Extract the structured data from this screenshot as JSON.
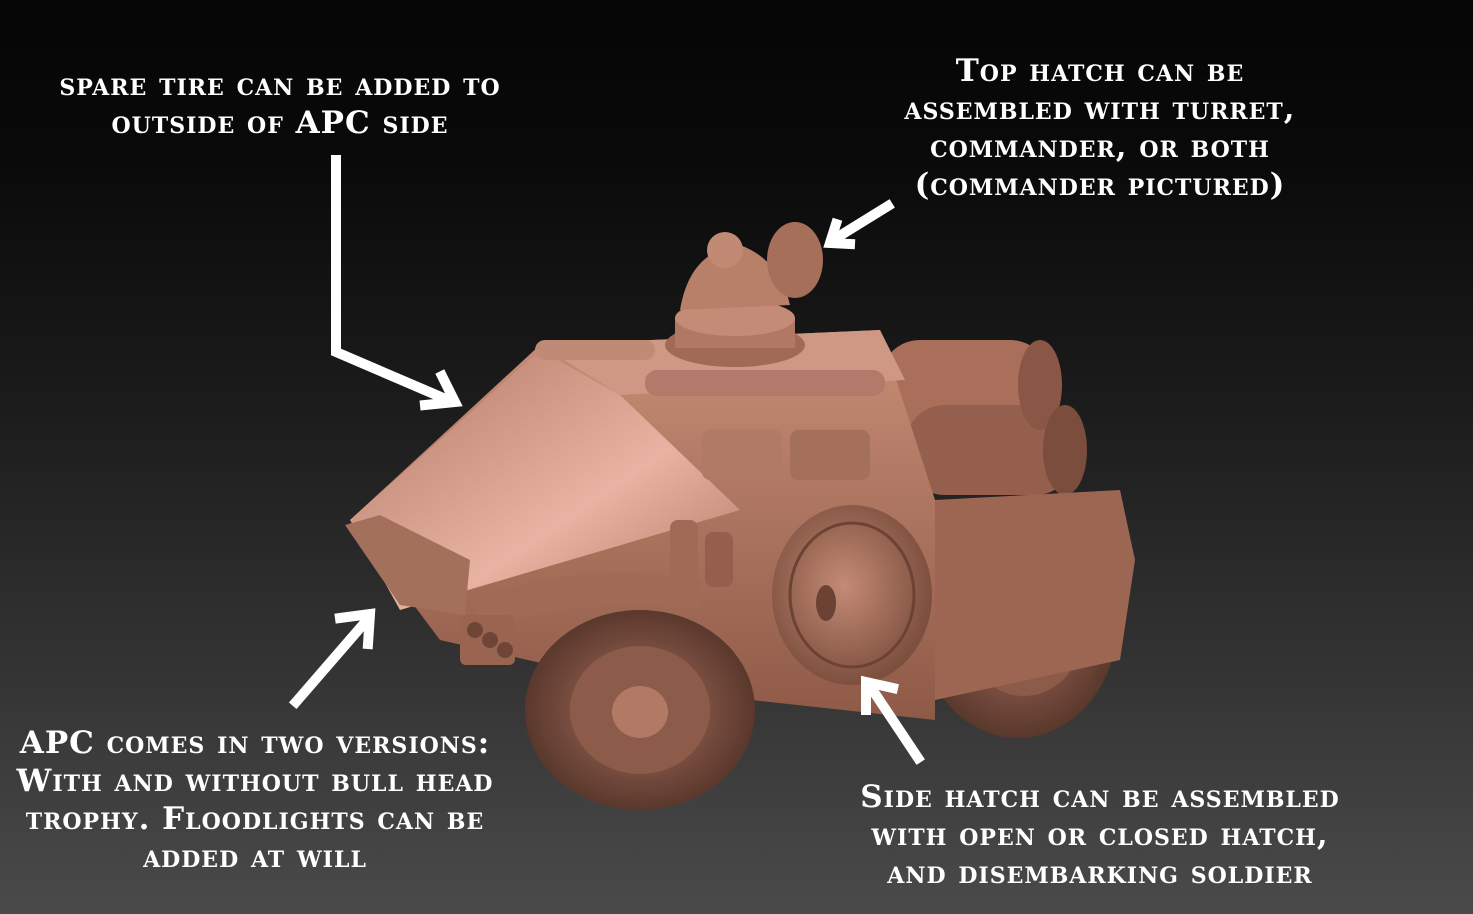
{
  "callouts": {
    "spare_tire": {
      "lines": [
        "spare tire can be added to",
        "outside of APC side"
      ]
    },
    "top_hatch": {
      "lines": [
        "Top hatch can be",
        "assembled with turret,",
        "commander, or both",
        "(commander pictured)"
      ]
    },
    "apc_versions": {
      "lines": [
        "APC comes in two versions:",
        "With and without bull head",
        "trophy. Floodlights can be",
        "added at will"
      ]
    },
    "side_hatch": {
      "lines": [
        "Side hatch can be assembled",
        "with open or closed hatch,",
        "and disembarking soldier"
      ]
    }
  },
  "colors": {
    "vehicle": "#b9806a",
    "vehicle_light": "#d9a592",
    "vehicle_dark": "#6e4536",
    "text": "#ffffff",
    "arrow": "#ffffff"
  }
}
